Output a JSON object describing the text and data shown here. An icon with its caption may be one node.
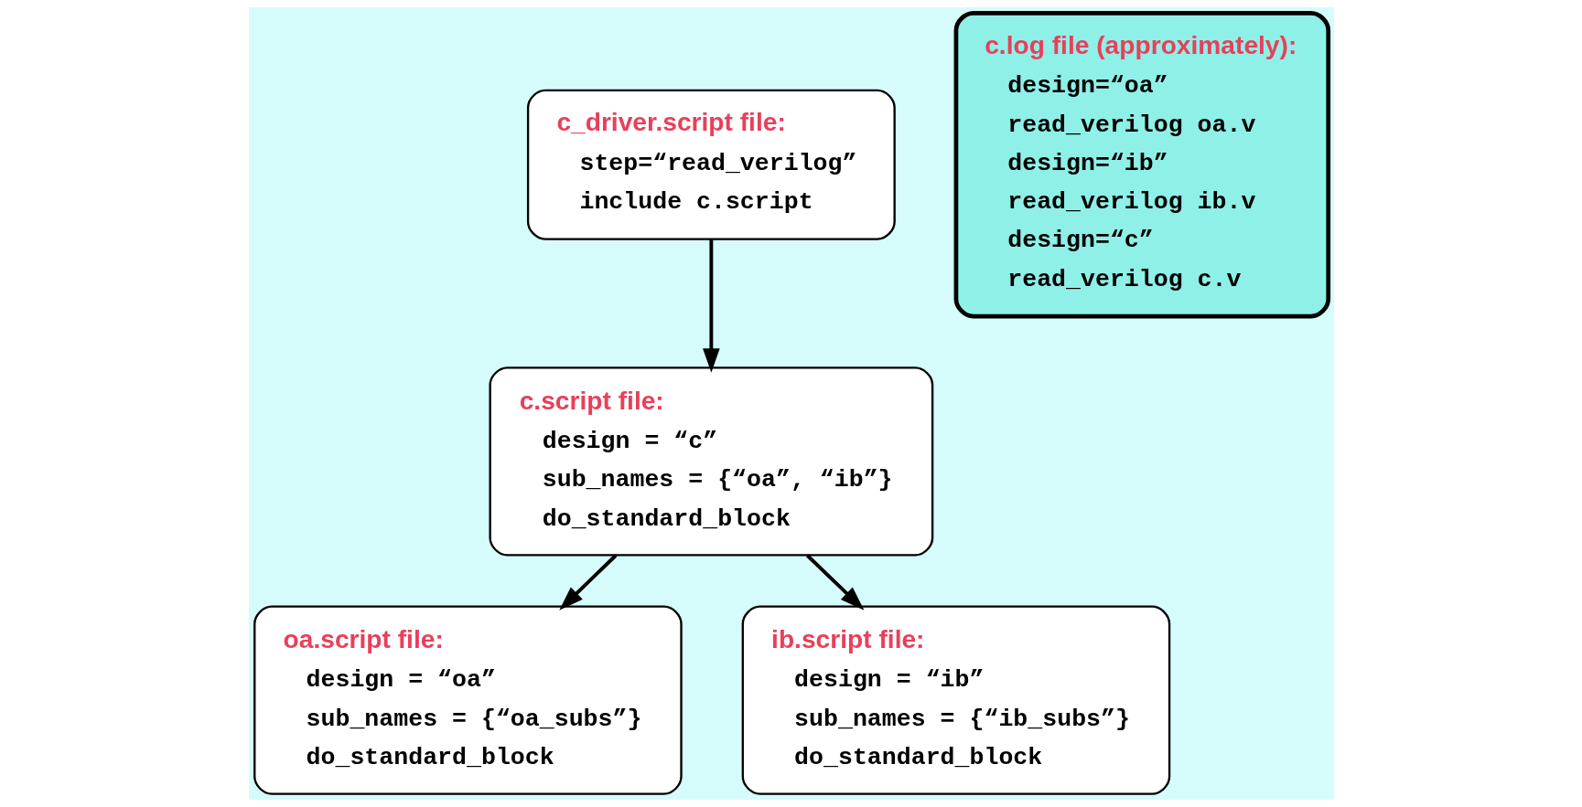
{
  "diagram": {
    "nodes": [
      {
        "text": [
          "c_driver.script file:",
          "step=“read_verilog”",
          "include c.script"
        ]
      },
      {
        "text": [
          "c.script file:",
          "design = “c”",
          "sub_names = {“oa”, “ib”}",
          "do_standard_block"
        ]
      },
      {
        "text": [
          "oa.script file:",
          "design = “oa”",
          "sub_names = {“oa_subs”}",
          "do_standard_block"
        ]
      },
      {
        "text": [
          "ib.script file:",
          "design = “ib”",
          "sub_names = {“ib_subs”}",
          "do_standard_block"
        ]
      },
      {
        "text": [
          "c.log file (approximately):",
          "design=“oa”",
          "read_verilog oa.v",
          "design=“ib”",
          "read_verilog ib.v",
          "design=“c”",
          "read_verilog c.v"
        ]
      }
    ],
    "edges": [
      {
        "from": 0,
        "to": 1,
        "arrow": "to"
      },
      {
        "from": 1,
        "to": 2,
        "arrow": "to"
      },
      {
        "from": 1,
        "to": 3,
        "arrow": "to"
      }
    ]
  }
}
